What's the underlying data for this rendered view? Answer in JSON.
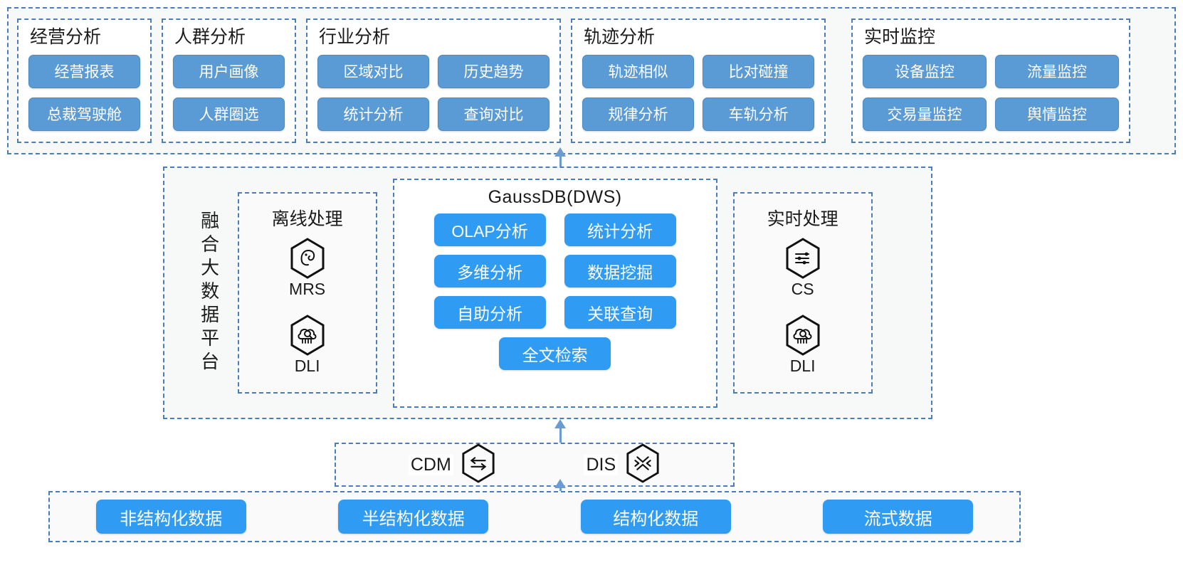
{
  "application_layer": {
    "groups": [
      {
        "title": "经营分析",
        "buttons": [
          "经营报表",
          "总裁驾驶舱"
        ],
        "columns": 1
      },
      {
        "title": "人群分析",
        "buttons": [
          "用户画像",
          "人群圈选"
        ],
        "columns": 1
      },
      {
        "title": "行业分析",
        "buttons": [
          "区域对比",
          "统计分析",
          "历史趋势",
          "查询对比"
        ],
        "columns": 2
      },
      {
        "title": "轨迹分析",
        "buttons": [
          "轨迹相似",
          "规律分析",
          "比对碰撞",
          "车轨分析"
        ],
        "columns": 2
      },
      {
        "title": "实时监控",
        "buttons": [
          "设备监控",
          "交易量监控",
          "流量监控",
          "舆情监控"
        ],
        "columns": 2
      }
    ]
  },
  "platform_layer": {
    "title": "融合大数据平台",
    "offline": {
      "title": "离线处理",
      "services": [
        {
          "icon": "hadoop-elephant-hexagon-icon",
          "label": "MRS"
        },
        {
          "icon": "cloud-search-hexagon-icon",
          "label": "DLI"
        }
      ]
    },
    "gaussdb": {
      "title": "GaussDB(DWS)",
      "buttons": [
        "OLAP分析",
        "统计分析",
        "多维分析",
        "数据挖掘",
        "自助分析",
        "关联查询"
      ],
      "wide_button": "全文检索"
    },
    "realtime": {
      "title": "实时处理",
      "services": [
        {
          "icon": "stream-flow-hexagon-icon",
          "label": "CS"
        },
        {
          "icon": "cloud-search-hexagon-icon",
          "label": "DLI"
        }
      ]
    }
  },
  "ingestion_layer": {
    "items": [
      {
        "label": "CDM",
        "icon": "bidirectional-transfer-hexagon-icon"
      },
      {
        "label": "DIS",
        "icon": "stream-scatter-hexagon-icon"
      }
    ]
  },
  "source_layer": {
    "buttons": [
      "非结构化数据",
      "半结构化数据",
      "结构化数据",
      "流式数据"
    ]
  },
  "connectors": [
    {
      "name": "platform-to-application-arrow",
      "direction": "up"
    },
    {
      "name": "ingestion-to-platform-arrow",
      "direction": "up"
    },
    {
      "name": "source-to-ingestion-arrow",
      "direction": "up"
    }
  ],
  "colors": {
    "app_button": "#5b9bd5",
    "primary_button": "#2f9bf3",
    "dashed_border": "#4a7ebb",
    "panel_bg": "#f7f8f8",
    "arrow": "#6c9bd2",
    "text": "#1b1b1b"
  }
}
